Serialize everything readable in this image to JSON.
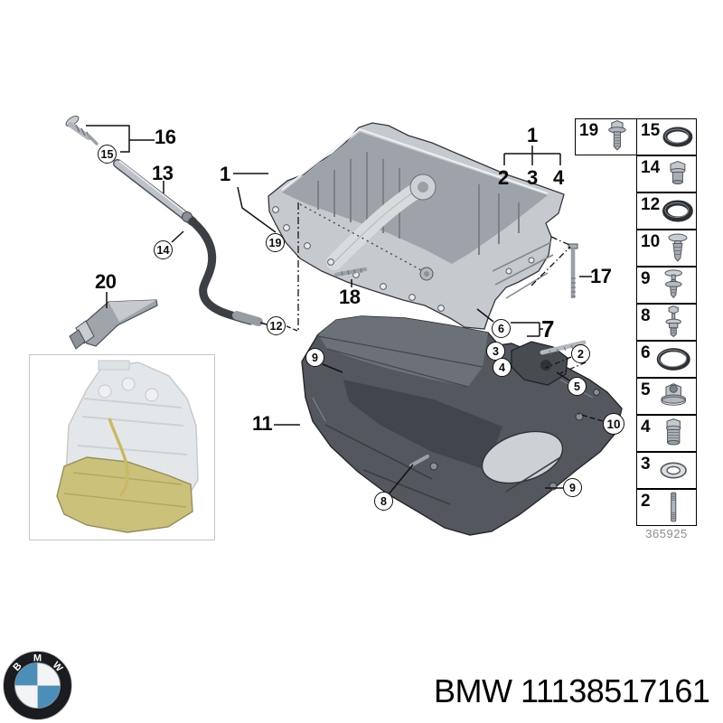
{
  "diagram": {
    "callouts": {
      "plain": {
        "left1": "1",
        "grip16": "16",
        "tube13": "13",
        "sealant20": "20",
        "stud18": "18",
        "cover11": "11",
        "bolt17": "17",
        "sensor7": "7",
        "top1": "1",
        "top2": "2",
        "top3": "3",
        "top4": "4"
      },
      "circled": {
        "ring15": "15",
        "clip14": "14",
        "bolt19": "19",
        "seal12": "12",
        "rivet9a": "9",
        "screw8": "8",
        "oring6": "6",
        "washer3": "3",
        "plug4": "4",
        "stud2": "2",
        "nut5": "5",
        "rivet10": "10",
        "rivet9b": "9"
      }
    }
  },
  "sidebar": {
    "cells": [
      {
        "ref": "19",
        "icon": "flange-bolt"
      },
      {
        "ref": "15",
        "icon": "o-ring"
      },
      {
        "ref": "14",
        "icon": "plug-bolt"
      },
      {
        "ref": "12",
        "icon": "o-ring-thick"
      },
      {
        "ref": "10",
        "icon": "expansion-rivet"
      },
      {
        "ref": "9",
        "icon": "push-rivet"
      },
      {
        "ref": "8",
        "icon": "bolt-nut-washer"
      },
      {
        "ref": "6",
        "icon": "o-ring-large"
      },
      {
        "ref": "5",
        "icon": "flange-nut"
      },
      {
        "ref": "4",
        "icon": "drain-plug"
      },
      {
        "ref": "3",
        "icon": "sealing-washer"
      },
      {
        "ref": "2",
        "icon": "stud"
      }
    ],
    "drawing_number": "365925"
  },
  "footer": {
    "part_number": "BMW 11138517161",
    "logo_letters": [
      "B",
      "M",
      "W"
    ]
  }
}
